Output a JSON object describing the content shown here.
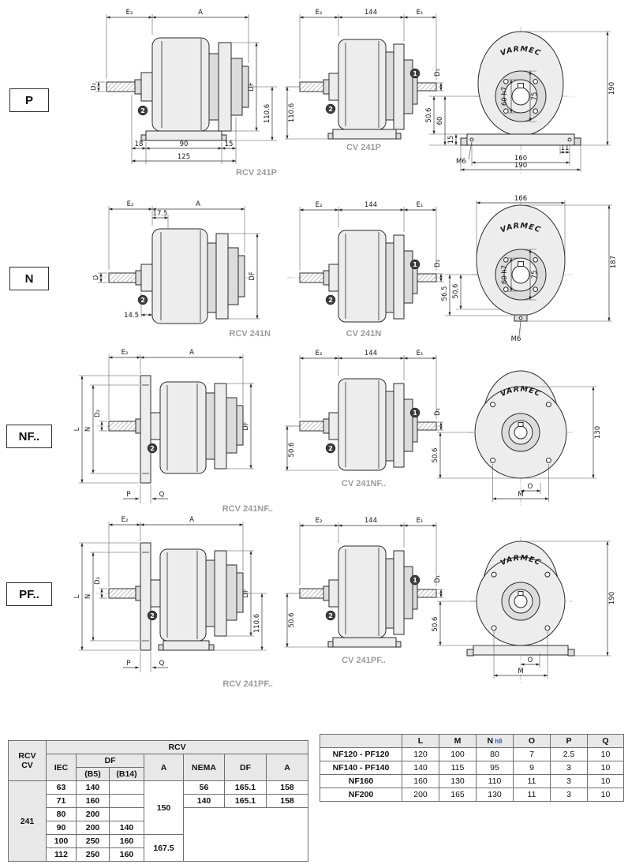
{
  "brand": "VARMEC",
  "series": [
    {
      "tag": "P",
      "rcv": {
        "caption": "RCV 241P",
        "dim_e2": "E₂",
        "dim_a": "A",
        "dim_shaft": "D₂",
        "dim_df": "DF",
        "dim_height": "110.6",
        "dim_foot_front": "18",
        "dim_foot": "90",
        "dim_foot_rear": "15",
        "dim_base": "125",
        "badge_output": "2"
      },
      "cv": {
        "caption": "CV 241P",
        "dim_e2": "E₂",
        "dim_len": "144",
        "dim_e1": "E₁",
        "dim_input": "D₁",
        "dim_height": "110.6",
        "badge_output": "2",
        "badge_input": "1"
      },
      "front": {
        "dim_c1": "50.6",
        "dim_c2": "60",
        "dim_base_h": "15",
        "dim_height": "190",
        "dim_pilot": "75",
        "dim_bore": "60 h7",
        "thread": "M6",
        "dim_hole": "11",
        "dim_foot_span": "160",
        "dim_width": "190"
      }
    },
    {
      "tag": "N",
      "rcv": {
        "caption": "RCV 241N",
        "dim_e2": "E₂",
        "dim_a": "A",
        "dim_step": "17.5",
        "dim_shaft": "D",
        "dim_df": "DF",
        "dim_hub": "14.5",
        "badge_output": "2"
      },
      "cv": {
        "caption": "CV 241N",
        "dim_e2": "E₂",
        "dim_len": "144",
        "dim_e1": "E₁",
        "dim_input": "D₁",
        "badge_output": "2",
        "badge_input": "1"
      },
      "front": {
        "dim_width": "166",
        "dim_height": "187",
        "dim_c1": "56.5",
        "dim_c2": "50.6",
        "dim_pilot": "75",
        "dim_bore": "60 h7",
        "thread": "M6"
      }
    },
    {
      "tag": "NF..",
      "rcv": {
        "caption": "RCV 241NF..",
        "dim_e2": "E₂",
        "dim_a": "A",
        "dim_l": "L",
        "dim_n": "N",
        "dim_shaft": "D₂",
        "dim_df": "DF",
        "dim_p": "P",
        "dim_q": "Q",
        "badge_output": "2"
      },
      "cv": {
        "caption": "CV 241NF..",
        "dim_e2": "E₂",
        "dim_len": "144",
        "dim_e1": "E₁",
        "dim_input": "D₁",
        "dim_height": "50.6",
        "badge_output": "2",
        "badge_input": "1"
      },
      "front": {
        "dim_flange": "130",
        "dim_c1": "50.6",
        "dim_o": "O",
        "dim_m": "M"
      }
    },
    {
      "tag": "PF..",
      "rcv": {
        "caption": "RCV 241PF..",
        "dim_e2": "E₂",
        "dim_a": "A",
        "dim_l": "L",
        "dim_n": "N",
        "dim_shaft": "D₂",
        "dim_df": "DF",
        "dim_height": "110.6",
        "dim_p": "P",
        "dim_q": "Q",
        "badge_output": "2"
      },
      "cv": {
        "caption": "CV 241PF..",
        "dim_e2": "E₂",
        "dim_len": "144",
        "dim_e1": "E₁",
        "dim_input": "D₁",
        "dim_height": "50.6",
        "badge_output": "2",
        "badge_input": "1"
      },
      "front": {
        "dim_height": "190",
        "dim_c1": "50.6",
        "dim_o": "O",
        "dim_m": "M"
      }
    }
  ],
  "table_rcv": {
    "corner_line1": "RCV",
    "corner_line2": "CV",
    "header": "RCV",
    "df_header": "DF",
    "col_iec": "IEC",
    "col_b5": "(B5)",
    "col_b14": "(B14)",
    "col_a": "A",
    "col_nema": "NEMA",
    "col_df": "DF",
    "col_a2": "A",
    "row_label": "241",
    "iec_rows": [
      {
        "iec": "63",
        "b5": "140",
        "b14": ""
      },
      {
        "iec": "71",
        "b5": "160",
        "b14": ""
      },
      {
        "iec": "80",
        "b5": "200",
        "b14": ""
      },
      {
        "iec": "90",
        "b5": "200",
        "b14": "140"
      },
      {
        "iec": "100",
        "b5": "250",
        "b14": "160"
      },
      {
        "iec": "112",
        "b5": "250",
        "b14": "160"
      }
    ],
    "a_groups": [
      {
        "value": "150"
      },
      {
        "value": "167.5"
      }
    ],
    "nema_rows": [
      {
        "nema": "56",
        "df": "165.1",
        "a": "158"
      },
      {
        "nema": "140",
        "df": "165.1",
        "a": "158"
      }
    ]
  },
  "table_nf": {
    "headers": {
      "l": "L",
      "m": "M",
      "n": "N",
      "n_sub": "h8",
      "o": "O",
      "p": "P",
      "q": "Q"
    },
    "rows": [
      {
        "label": "NF120 - PF120",
        "l": "120",
        "m": "100",
        "n": "80",
        "o": "7",
        "p": "2.5",
        "q": "10"
      },
      {
        "label": "NF140 - PF140",
        "l": "140",
        "m": "115",
        "n": "95",
        "o": "9",
        "p": "3",
        "q": "10"
      },
      {
        "label": "NF160",
        "l": "160",
        "m": "130",
        "n": "110",
        "o": "11",
        "p": "3",
        "q": "10"
      },
      {
        "label": "NF200",
        "l": "200",
        "m": "165",
        "n": "130",
        "o": "11",
        "p": "3",
        "q": "10"
      }
    ]
  }
}
